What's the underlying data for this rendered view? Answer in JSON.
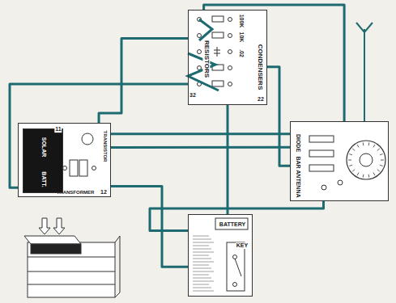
{
  "diagram": {
    "nodes": [
      {
        "text": [
          "RESISTORS",
          "CONDENSERS"
        ]
      },
      {
        "text": [
          "TRANSISTOR",
          "TRANSFORMER"
        ]
      },
      {
        "text": [
          "SOLAR",
          "BATT."
        ],
        "in": 1
      },
      {
        "text": [
          "DIODE",
          "BAR ANTENNA"
        ]
      },
      {
        "text": [
          "BATTERY",
          "KEY"
        ]
      }
    ],
    "edges": [
      {
        "from": 0,
        "to": 1,
        "arrow": "none"
      },
      {
        "from": 0,
        "to": 1,
        "arrow": "none"
      },
      {
        "from": 1,
        "to": 3,
        "arrow": "none"
      },
      {
        "from": 1,
        "to": 3,
        "arrow": "none"
      },
      {
        "from": 0,
        "to": 3,
        "arrow": "none"
      },
      {
        "from": 0,
        "to": 3,
        "arrow": "none"
      },
      {
        "from": 4,
        "to": 3,
        "arrow": "none"
      },
      {
        "from": 0,
        "to": 4,
        "arrow": "none"
      },
      {
        "from": 1,
        "to": 4,
        "arrow": "none"
      }
    ],
    "labels": [
      "100K",
      "10K",
      ".02",
      "32",
      "22",
      "11",
      "12"
    ]
  }
}
